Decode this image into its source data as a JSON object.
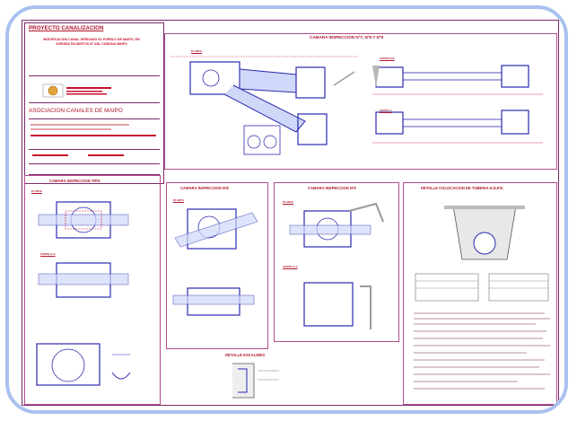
{
  "title_block": {
    "project_title": "PROYECTO CANALIZACION",
    "description": "MODIFICACION CANAL DERIVADO EL PUEBLO DE MAIPO, EN AVENIDA PAJARITOS Nº 448, COMUNA MAIPO",
    "association": "ASOCIACION CANALES DE MAIPO"
  },
  "sections": {
    "camara_inspeccion_n7": "CAMARA INSPECCION Nº7, Nº8 Y Nº9",
    "camara_inspeccion_tipo": "CAMARA INSPECCION TIPO",
    "camara_inspeccion_n8": "CAMARA INSPECCION Nº8",
    "camara_inspeccion_n9": "CAMARA INSPECCION Nº9",
    "detalle_tuberia": "DETALLE COLOCACION DE TUBERIA H.D.P.E.",
    "detalle_escalines": "DETALLE ESCALINES"
  },
  "labels": {
    "planta": "PLANTA",
    "corte_aa": "CORTE A-A",
    "corte_bb": "CORTE B-B",
    "corte_c": "CORTE C"
  }
}
